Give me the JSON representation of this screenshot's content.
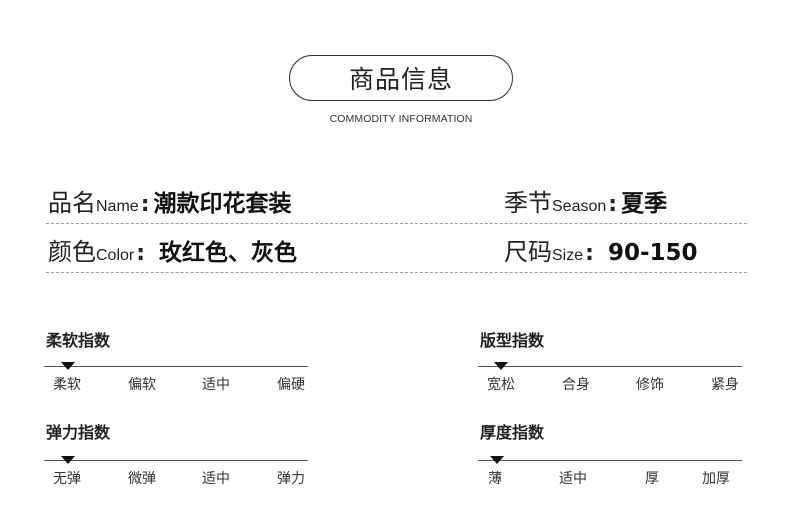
{
  "header": {
    "title": "商品信息",
    "subtitle": "COMMODITY INFORMATION"
  },
  "info": {
    "name": {
      "label_cn": "品名",
      "label_en": "Name",
      "colon": ":",
      "value": "潮款印花套装"
    },
    "season": {
      "label_cn": "季节",
      "label_en": "Season",
      "colon": ":",
      "value": "夏季"
    },
    "color": {
      "label_cn": "颜色",
      "label_en": "Color",
      "colon": ":",
      "value": "玫红色、灰色"
    },
    "size": {
      "label_cn": "尺码",
      "label_en": "Size",
      "colon": ":",
      "value": "90-150"
    }
  },
  "indices": {
    "softness": {
      "title": "柔软指数",
      "options": [
        "柔软",
        "偏软",
        "适中",
        "偏硬"
      ],
      "selected_index": 0
    },
    "fit": {
      "title": "版型指数",
      "options": [
        "宽松",
        "合身",
        "修饰",
        "紧身"
      ],
      "selected_index": 0
    },
    "elasticity": {
      "title": "弹力指数",
      "options": [
        "无弹",
        "微弹",
        "适中",
        "弹力"
      ],
      "selected_index": 0
    },
    "thickness": {
      "title": "厚度指数",
      "options": [
        "薄",
        "适中",
        "厚",
        "加厚"
      ],
      "selected_index": 0
    }
  }
}
